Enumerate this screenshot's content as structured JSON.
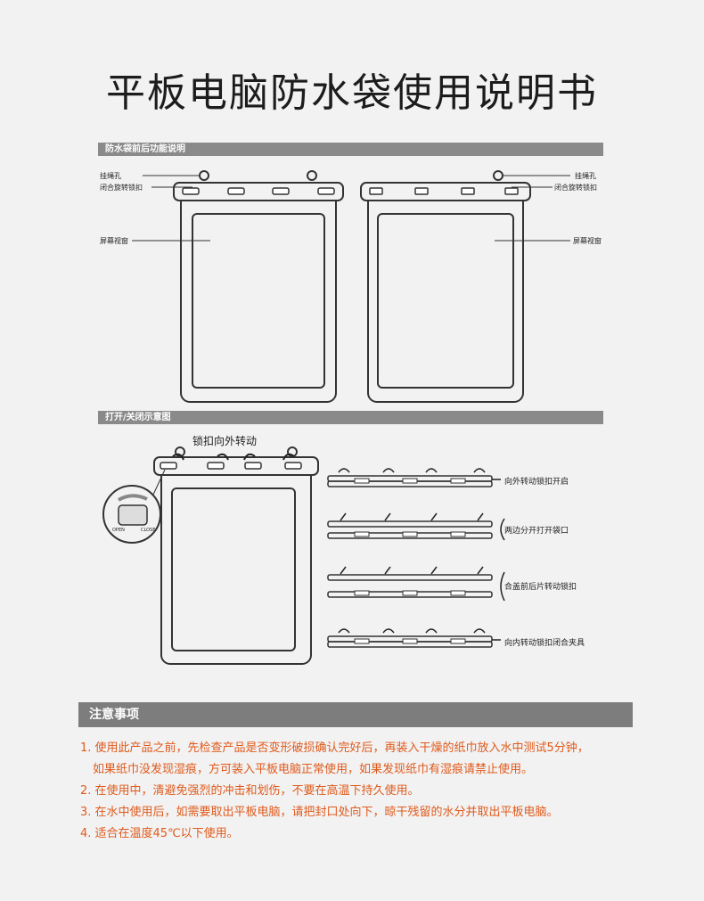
{
  "title": "平板电脑防水袋使用说明书",
  "section1": {
    "header": "防水袋前后功能说明",
    "labels": {
      "hang_hole_left": "挂绳孔",
      "lock_left": "闭合旋转锁扣",
      "screen_left": "屏幕视窗",
      "hang_hole_right": "挂绳孔",
      "lock_right": "闭合旋转锁扣",
      "screen_right": "屏幕视窗"
    }
  },
  "section2": {
    "header": "打开/关闭示意图",
    "rotate_label": "锁扣向外转动",
    "knob_open": "OPEN",
    "knob_close": "CLOSE",
    "steps": [
      "向外转动锁扣开启",
      "两边分开打开袋口",
      "合盖前后片转动锁扣",
      "向内转动锁扣闭合夹具"
    ]
  },
  "notes": {
    "header": "注意事项",
    "items": [
      "1. 使用此产品之前，先检查产品是否变形破损确认完好后，再装入干燥的纸巾放入水中测试5分钟，",
      "如果纸巾没发现湿痕，方可装入平板电脑正常使用，如果发现纸巾有湿痕请禁止使用。",
      "2. 在使用中，清避免强烈的冲击和划伤，不要在高温下持久使用。",
      "3. 在水中使用后，如需要取出平板电脑，请把封口处向下，晾干残留的水分并取出平板电脑。",
      "4. 适合在温度45℃以下使用。"
    ]
  },
  "colors": {
    "accent": "#e05a1c",
    "bar": "#8a8a8a",
    "line": "#222222"
  }
}
